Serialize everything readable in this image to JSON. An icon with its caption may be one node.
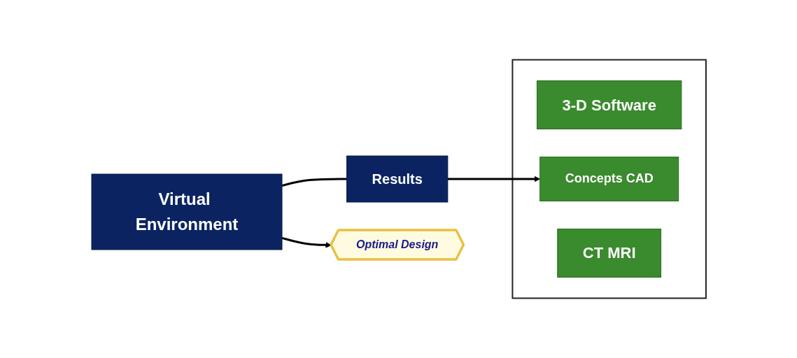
{
  "diagram": {
    "nodes": [
      {
        "text": [],
        "shape": "box"
      },
      {
        "text": [
          "3-D Software"
        ],
        "in": 0
      },
      {
        "text": [
          "Concepts CAD"
        ],
        "in": 0
      },
      {
        "text": [
          "CT MRI"
        ],
        "in": 0
      },
      {
        "text": [
          "Results"
        ]
      },
      {
        "text": [
          "Virtual Environment"
        ]
      },
      {
        "text": [
          "Optimal Design"
        ]
      }
    ],
    "edges": [
      {
        "from": 5,
        "to": 4,
        "arrow": "none"
      },
      {
        "from": 4,
        "to": 2,
        "arrow": "to"
      },
      {
        "from": 5,
        "to": 6,
        "arrow": "to"
      }
    ]
  }
}
